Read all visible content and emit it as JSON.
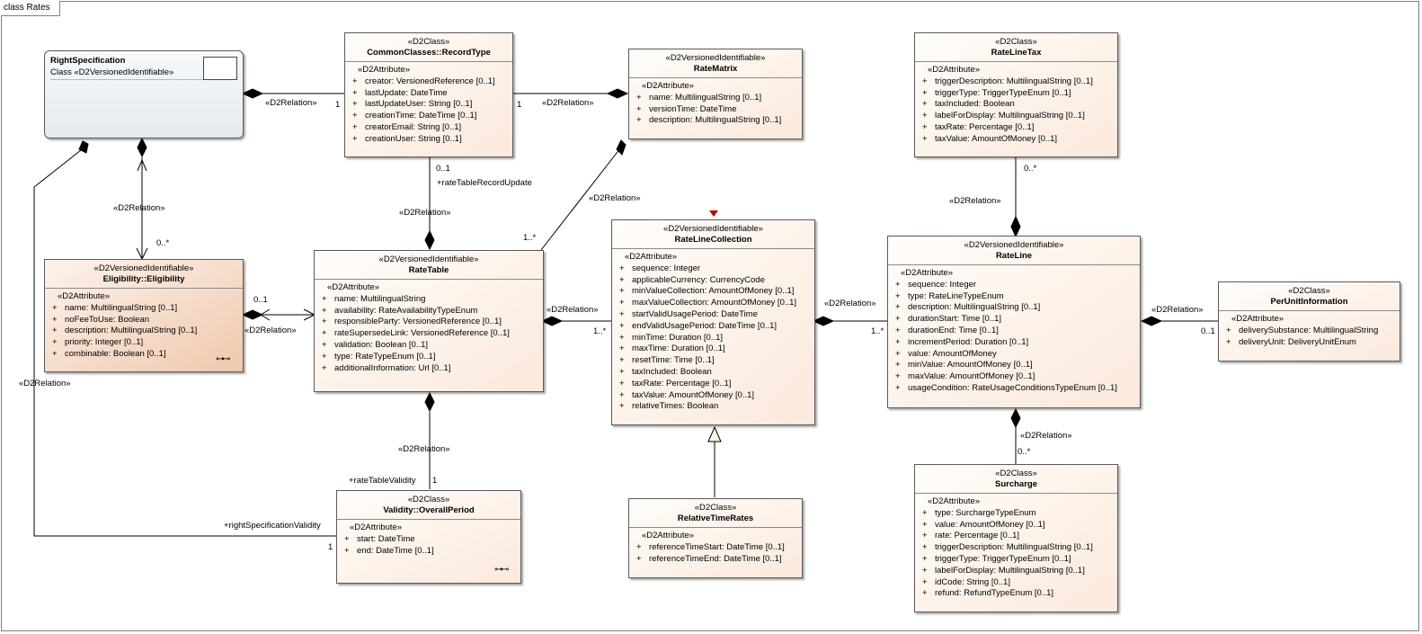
{
  "frame": {
    "title": "class Rates"
  },
  "boxes": {
    "rightSpecification": {
      "name": "RightSpecification",
      "subtitle": "Class «D2VersionedIdentifiable»"
    },
    "recordType": {
      "stereotype": "«D2Class»",
      "name": "CommonClasses::RecordType",
      "section": "«D2Attribute»",
      "attributes": [
        "creator: VersionedReference [0..1]",
        "lastUpdate: DateTime",
        "lastUpdateUser: String [0..1]",
        "creationTime: DateTime [0..1]",
        "creatorEmail: String [0..1]",
        "creationUser: String [0..1]"
      ]
    },
    "rateMatrix": {
      "stereotype": "«D2VersionedIdentifiable»",
      "name": "RateMatrix",
      "section": "«D2Attribute»",
      "attributes": [
        "name: MultilingualString [0..1]",
        "versionTime: DateTime",
        "description: MultilingualString [0..1]"
      ]
    },
    "rateLineTax": {
      "stereotype": "«D2Class»",
      "name": "RateLineTax",
      "section": "«D2Attribute»",
      "attributes": [
        "triggerDescription: MultilingualString [0..1]",
        "triggerType: TriggerTypeEnum [0..1]",
        "taxIncluded: Boolean",
        "labelForDisplay: MultilingualString [0..1]",
        "taxRate: Percentage [0..1]",
        "taxValue: AmountOfMoney [0..1]"
      ]
    },
    "eligibility": {
      "stereotype": "«D2VersionedIdentifiable»",
      "name": "Eligibility::Eligibility",
      "section": "«D2Attribute»",
      "attributes": [
        "name: MultilingualString [0..1]",
        "noFeeToUse: Boolean",
        "description: MultilingualString [0..1]",
        "priority: Integer [0..1]",
        "combinable: Boolean [0..1]"
      ]
    },
    "rateTable": {
      "stereotype": "«D2VersionedIdentifiable»",
      "name": "RateTable",
      "section": "«D2Attribute»",
      "attributes": [
        "name: MultilingualString",
        "availability: RateAvailabilityTypeEnum",
        "responsibleParty: VersionedReference [0..1]",
        "rateSupersedeLink: VersionedReference [0..1]",
        "validation: Boolean [0..1]",
        "type: RateTypeEnum [0..1]",
        "additionalInformation: Url [0..1]"
      ]
    },
    "rateLineCollection": {
      "stereotype": "«D2VersionedIdentifiable»",
      "name": "RateLineCollection",
      "section": "«D2Attribute»",
      "attributes": [
        "sequence: Integer",
        "applicableCurrency: CurrencyCode",
        "minValueCollection: AmountOfMoney [0..1]",
        "maxValueCollection: AmountOfMoney [0..1]",
        "startValidUsagePeriod: DateTime",
        "endValidUsagePeriod: DateTime [0..1]",
        "minTime: Duration [0..1]",
        "maxTime: Duration [0..1]",
        "resetTime: Time [0..1]",
        "taxIncluded: Boolean",
        "taxRate: Percentage [0..1]",
        "taxValue: AmountOfMoney [0..1]",
        "relativeTimes: Boolean"
      ]
    },
    "rateLine": {
      "stereotype": "«D2VersionedIdentifiable»",
      "name": "RateLine",
      "section": "«D2Attribute»",
      "attributes": [
        "sequence: Integer",
        "type: RateLineTypeEnum",
        "description: MultilingualString [0..1]",
        "durationStart: Time [0..1]",
        "durationEnd: Time [0..1]",
        "incrementPeriod: Duration [0..1]",
        "value: AmountOfMoney",
        "minValue: AmountOfMoney [0..1]",
        "maxValue: AmountOfMoney [0..1]",
        "usageCondition: RateUsageConditionsTypeEnum [0..1]"
      ]
    },
    "perUnitInformation": {
      "stereotype": "«D2Class»",
      "name": "PerUnitInformation",
      "section": "«D2Attribute»",
      "attributes": [
        "deliverySubstance: MultilingualString",
        "deliveryUnit: DeliveryUnitEnum"
      ]
    },
    "overallPeriod": {
      "stereotype": "«D2Class»",
      "name": "Validity::OverallPeriod",
      "section": "«D2Attribute»",
      "attributes": [
        "start: DateTime",
        "end: DateTime [0..1]"
      ]
    },
    "relativeTimeRates": {
      "stereotype": "«D2Class»",
      "name": "RelativeTimeRates",
      "section": "«D2Attribute»",
      "attributes": [
        "referenceTimeStart: DateTime [0..1]",
        "referenceTimeEnd: DateTime [0..1]"
      ]
    },
    "surcharge": {
      "stereotype": "«D2Class»",
      "name": "Surcharge",
      "section": "«D2Attribute»",
      "attributes": [
        "type: SurchargeTypeEnum",
        "value: AmountOfMoney [0..1]",
        "rate: Percentage [0..1]",
        "triggerDescription: MultilingualString [0..1]",
        "triggerType: TriggerTypeEnum [0..1]",
        "labelForDisplay: MultilingualString [0..1]",
        "idCode: String [0..1]",
        "refund: RefundTypeEnum [0..1]"
      ]
    }
  },
  "visibility": "+",
  "chain_glyph": "⊶⊸",
  "labels": {
    "relation": "«D2Relation»",
    "one": "1",
    "zeroOne": "0..1",
    "zeroMany": "0..*",
    "oneMany": "1..*",
    "rateTableRecordUpdate": "+rateTableRecordUpdate",
    "rateTableValidity": "+rateTableValidity",
    "rightSpecificationValidity": "+rightSpecificationValidity"
  }
}
